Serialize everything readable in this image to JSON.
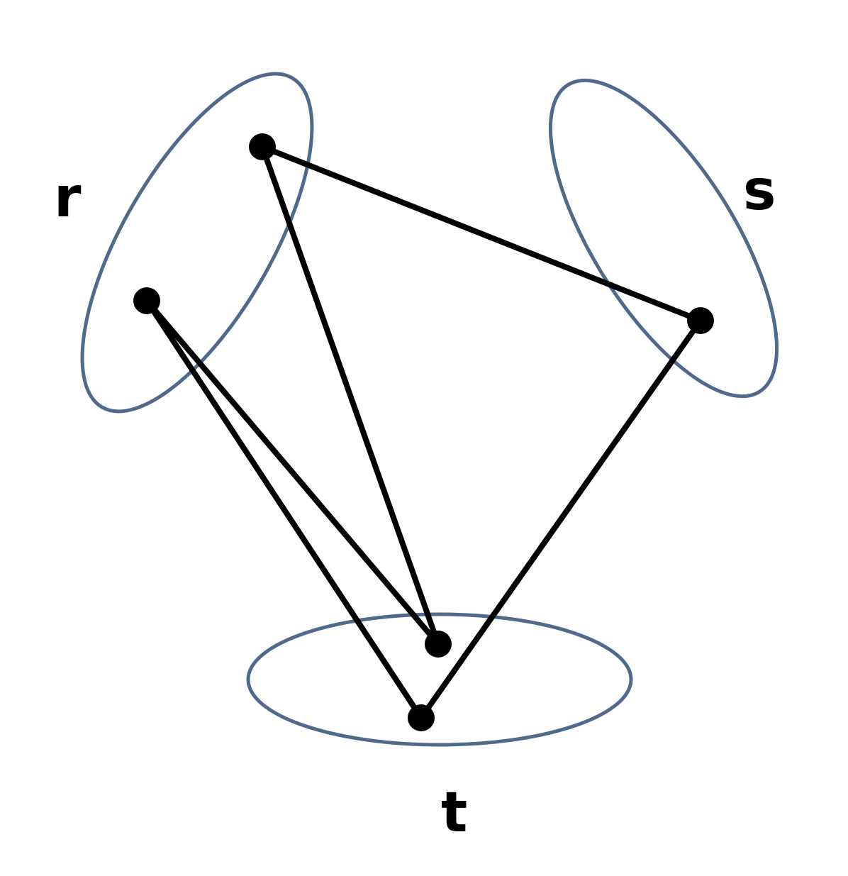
{
  "colors": {
    "ellipse_stroke": "#4f6a8c",
    "edge": "#000000",
    "vertex": "#000000",
    "label": "#000000"
  },
  "groups": [
    {
      "id": "r",
      "label": "r"
    },
    {
      "id": "s",
      "label": "s"
    },
    {
      "id": "t",
      "label": "t"
    }
  ],
  "vertices": [
    {
      "id": "r1",
      "group": "r"
    },
    {
      "id": "r2",
      "group": "r"
    },
    {
      "id": "s1",
      "group": "s"
    },
    {
      "id": "t1",
      "group": "t"
    },
    {
      "id": "t2",
      "group": "t"
    }
  ],
  "edges": [
    {
      "from": "r1",
      "to": "s1"
    },
    {
      "from": "r1",
      "to": "t1"
    },
    {
      "from": "r2",
      "to": "t1"
    },
    {
      "from": "r2",
      "to": "t2"
    },
    {
      "from": "s1",
      "to": "t2"
    }
  ]
}
